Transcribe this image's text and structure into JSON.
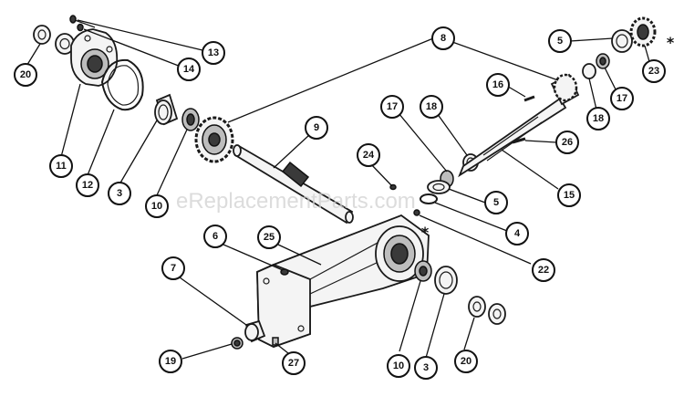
{
  "watermark": "eReplacementParts.com",
  "asterisk": "*",
  "callouts": [
    {
      "id": "c13",
      "label": "13"
    },
    {
      "id": "c14",
      "label": "14"
    },
    {
      "id": "c20a",
      "label": "20"
    },
    {
      "id": "c11",
      "label": "11"
    },
    {
      "id": "c12",
      "label": "12"
    },
    {
      "id": "c3a",
      "label": "3"
    },
    {
      "id": "c10a",
      "label": "10"
    },
    {
      "id": "c8",
      "label": "8"
    },
    {
      "id": "c9",
      "label": "9"
    },
    {
      "id": "c24",
      "label": "24"
    },
    {
      "id": "c17a",
      "label": "17"
    },
    {
      "id": "c18a",
      "label": "18"
    },
    {
      "id": "c16",
      "label": "16"
    },
    {
      "id": "c5a",
      "label": "5"
    },
    {
      "id": "c23",
      "label": "23"
    },
    {
      "id": "c17b",
      "label": "17"
    },
    {
      "id": "c18b",
      "label": "18"
    },
    {
      "id": "c26",
      "label": "26"
    },
    {
      "id": "c15",
      "label": "15"
    },
    {
      "id": "c5b",
      "label": "5"
    },
    {
      "id": "c4",
      "label": "4"
    },
    {
      "id": "c22",
      "label": "22"
    },
    {
      "id": "c6",
      "label": "6"
    },
    {
      "id": "c25",
      "label": "25"
    },
    {
      "id": "c7",
      "label": "7"
    },
    {
      "id": "c19",
      "label": "19"
    },
    {
      "id": "c27",
      "label": "27"
    },
    {
      "id": "c10b",
      "label": "10"
    },
    {
      "id": "c3b",
      "label": "3"
    },
    {
      "id": "c20b",
      "label": "20"
    }
  ]
}
